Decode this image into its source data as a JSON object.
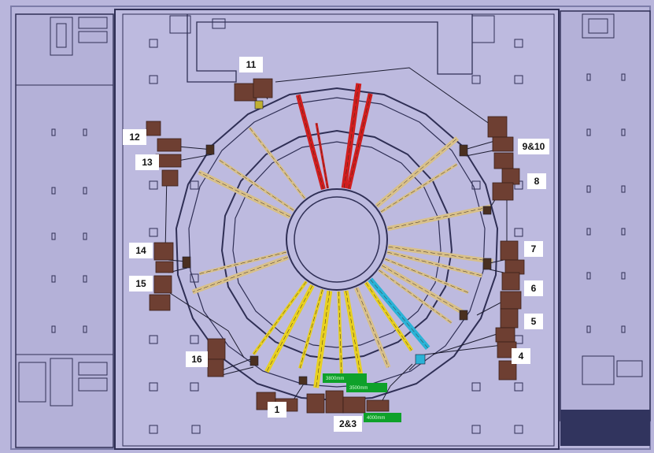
{
  "colors": {
    "background": "#b9b6dc",
    "floor": "#bdbadf",
    "outline": "#2f2f55",
    "component": "#6e3f32",
    "beamline_red": "#d01e1e",
    "beamline_yellow": "#e8d020",
    "beamline_cyan": "#2bb2d6",
    "beamline_tan": "#d8c08a",
    "dimension_tag": "#0ea12a"
  },
  "station_labels": [
    {
      "id": "1",
      "text": "1"
    },
    {
      "id": "2and3",
      "text": "2&3"
    },
    {
      "id": "4",
      "text": "4"
    },
    {
      "id": "5",
      "text": "5"
    },
    {
      "id": "6",
      "text": "6"
    },
    {
      "id": "7",
      "text": "7"
    },
    {
      "id": "8",
      "text": "8"
    },
    {
      "id": "9and10",
      "text": "9&10"
    },
    {
      "id": "11",
      "text": "11"
    },
    {
      "id": "12",
      "text": "12"
    },
    {
      "id": "13",
      "text": "13"
    },
    {
      "id": "14",
      "text": "14"
    },
    {
      "id": "15",
      "text": "15"
    },
    {
      "id": "16",
      "text": "16"
    }
  ],
  "dimension_tags": [
    {
      "text": "3800mm"
    },
    {
      "text": "3500mm"
    },
    {
      "text": "4000mm"
    }
  ]
}
